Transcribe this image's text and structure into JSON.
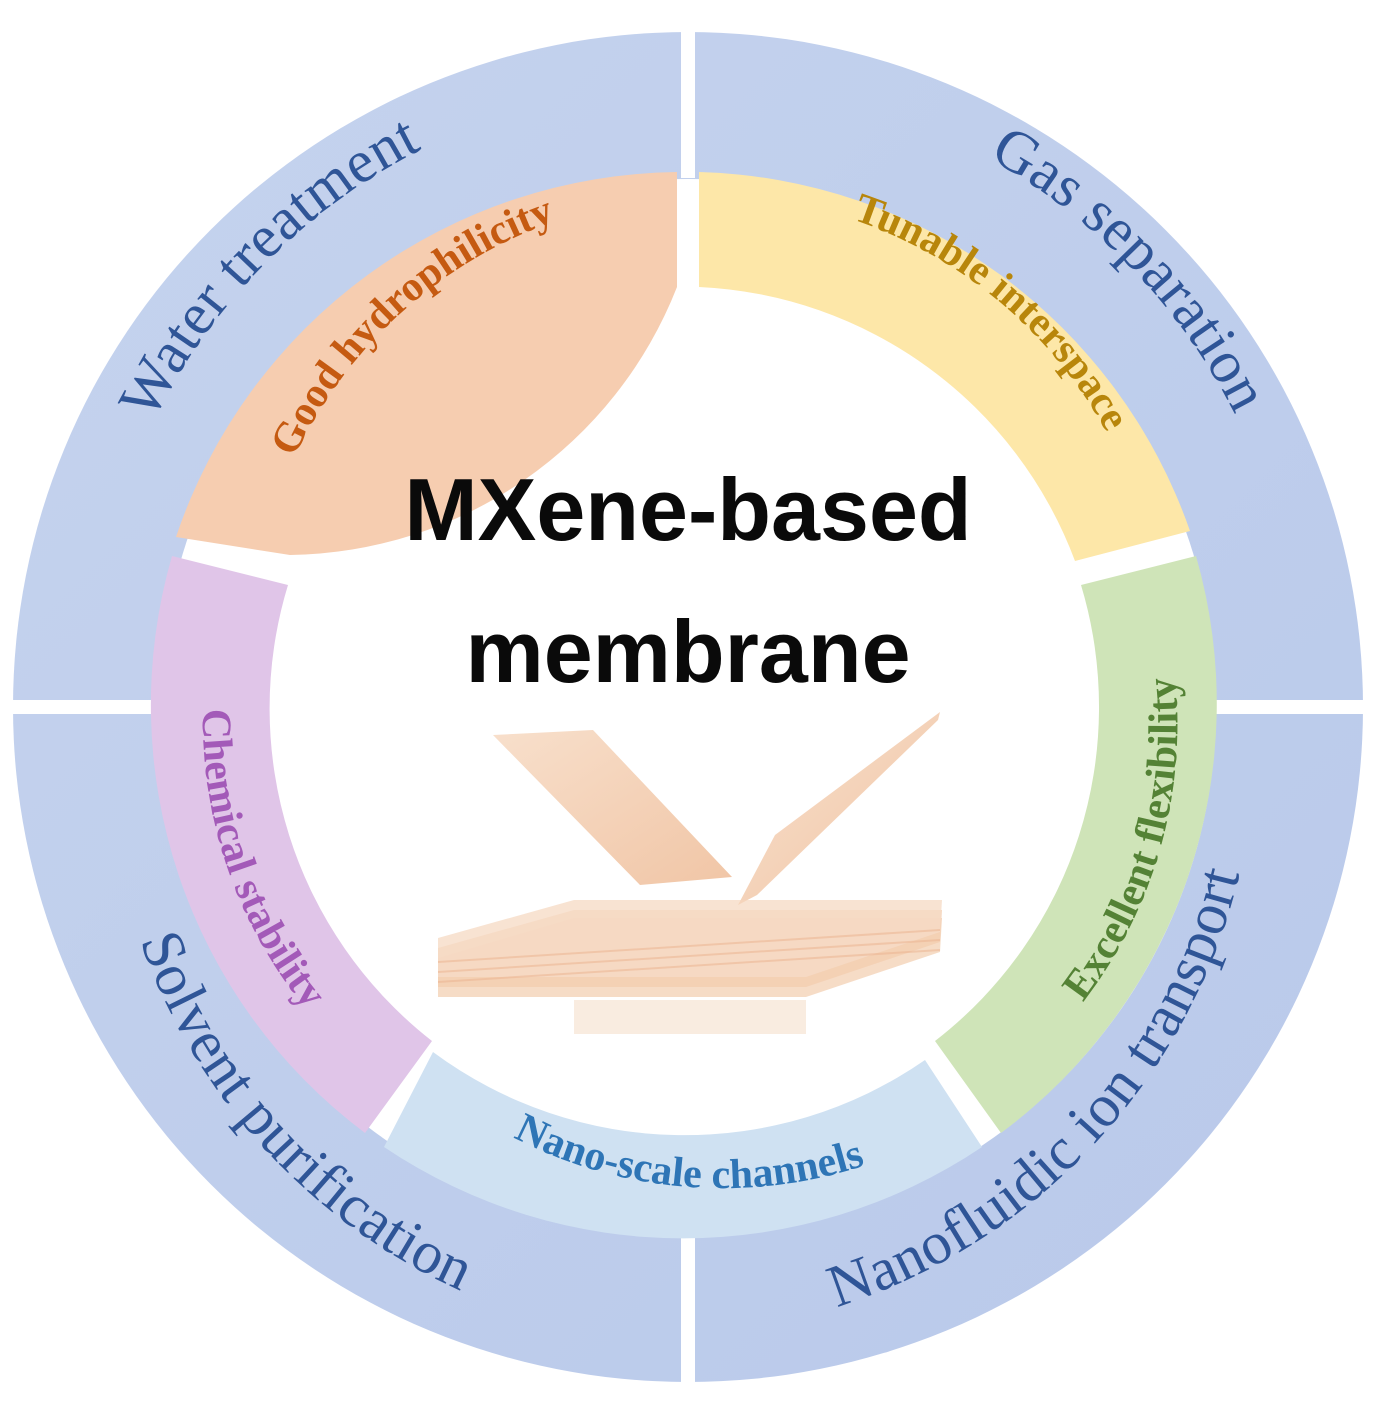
{
  "center": {
    "title_line1": "MXene-based",
    "title_line2": "membrane",
    "title_color": "#0a0a0a"
  },
  "applications": [
    {
      "label": "Water treatment",
      "color": "#2f5597"
    },
    {
      "label": "Gas separation",
      "color": "#2f5597"
    },
    {
      "label": "Nanofluidic ion transport",
      "color": "#2f5597"
    },
    {
      "label": "Solvent purification",
      "color": "#2f5597"
    }
  ],
  "properties": [
    {
      "label": "Good  hydrophilicity",
      "color": "#c55a11",
      "fill": "#f4b183"
    },
    {
      "label": "Tunable interspace",
      "color": "#b8860b",
      "fill": "#ffd966"
    },
    {
      "label": "Excellent  flexibility",
      "color": "#548235",
      "fill": "#a9d18e"
    },
    {
      "label": "Nano-scale channels",
      "color": "#2e75b6",
      "fill": "#9dc3e6"
    },
    {
      "label": "Chemical stability",
      "color": "#a35ab8",
      "fill": "#c9a0dc"
    }
  ],
  "palette": {
    "outer_ring": "#c7d4ec",
    "outer_ring_light": "#dfe7f5",
    "divider": "#ffffff",
    "sheet": "#f2c9a8",
    "sheet_edge": "#e8a77c"
  }
}
